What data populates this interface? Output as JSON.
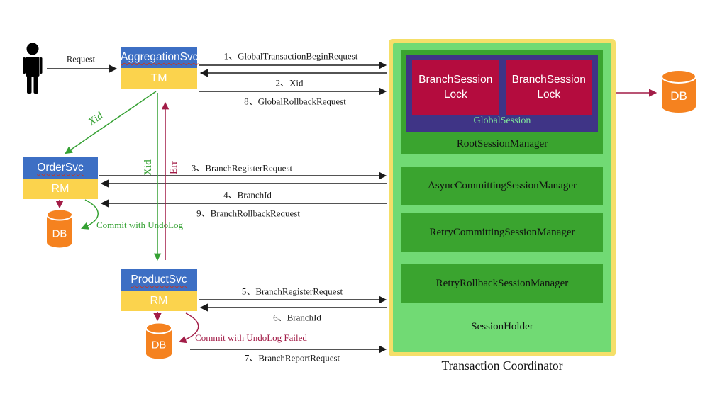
{
  "diagram_title": "Transaction Coordinator",
  "actors": {
    "user_label": "Request",
    "aggregation": {
      "service": "AggregationSvc",
      "role": "TM"
    },
    "order": {
      "service": "OrderSvc",
      "role": "RM"
    },
    "product": {
      "service": "ProductSvc",
      "role": "RM"
    },
    "order_db": "DB",
    "product_db": "DB",
    "coordinator_db": "DB"
  },
  "messages": {
    "m1": "1、GlobalTransactionBeginRequest",
    "m2": "2、Xid",
    "m8": "8、GlobalRollbackRequest",
    "m3": "3、BranchRegisterRequest",
    "m4": "4、BranchId",
    "m9": "9、BranchRollbackRequest",
    "m5": "5、BranchRegisterRequest",
    "m6": "6、BranchId",
    "m7": "7、BranchReportRequest"
  },
  "flow_labels": {
    "xid_diagonal": "Xid",
    "xid_vertical": "Xid",
    "err_vertical": "Err",
    "commit_undolog": "Commit with UndoLog",
    "commit_undolog_failed": "Commit with UndoLog Failed"
  },
  "coordinator": {
    "title": "Transaction Coordinator",
    "branch_session_lock_1": "BranchSession Lock",
    "branch_session_lock_2": "BranchSession Lock",
    "global_session": "GlobalSession",
    "root_session_manager": "RootSessionManager",
    "managers": [
      "AsyncCommittingSessionManager",
      "RetryCommittingSessionManager",
      "RetryRollbackSessionManager"
    ],
    "session_holder": "SessionHolder"
  },
  "colors": {
    "service_blue": "#3d6fc4",
    "role_yellow": "#fbd34d",
    "coordinator_border_yellow": "#f5df69",
    "coordinator_light_green": "#71da74",
    "coordinator_dark_green": "#3aa42f",
    "global_session_purple": "#3f3486",
    "lock_crimson": "#b40c3e",
    "db_orange": "#f5821f",
    "arrow_green": "#35a133",
    "arrow_crimson": "#a21c47",
    "arrow_black": "#1a1a1a"
  }
}
